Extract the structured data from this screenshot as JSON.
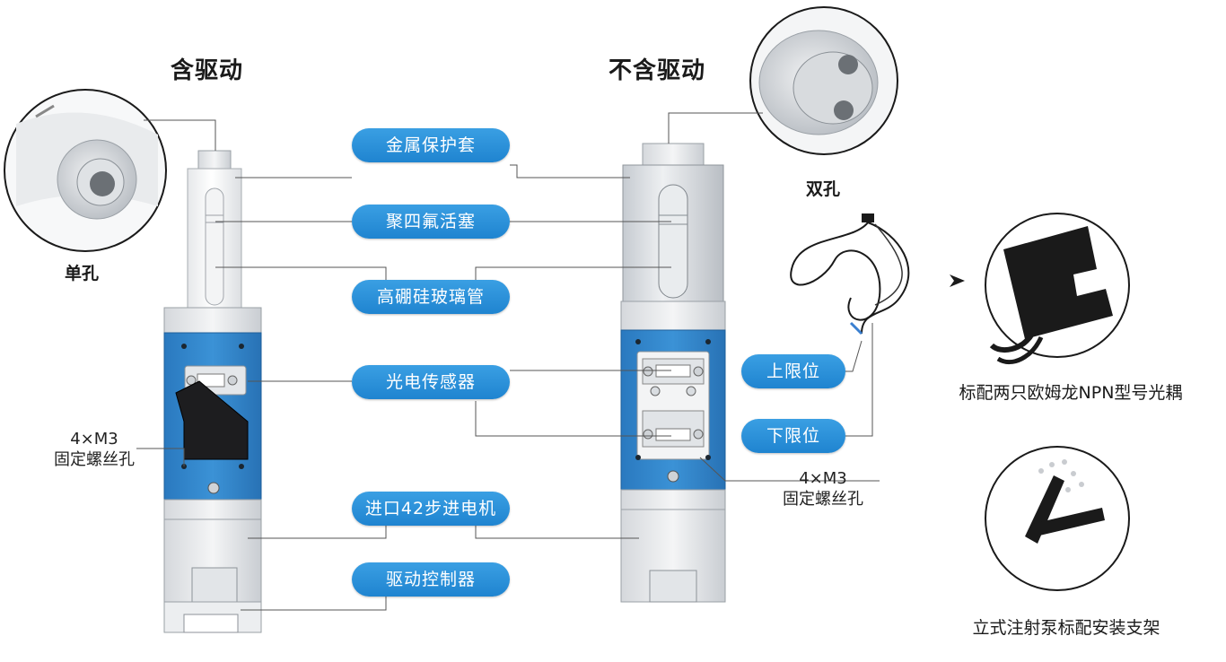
{
  "headings": {
    "with_driver": "含驱动",
    "without_driver": "不含驱动"
  },
  "captions": {
    "single_hole": "单孔",
    "double_hole": "双孔"
  },
  "labels": {
    "metal_sleeve": "金属保护套",
    "ptfe_piston": "聚四氟活塞",
    "borosilicate_tube": "高硼硅玻璃管",
    "photo_sensor": "光电传感器",
    "stepper_motor": "进口42步进电机",
    "drive_controller": "驱动控制器",
    "upper_limit": "上限位",
    "lower_limit": "下限位"
  },
  "screw_note_left": {
    "line1": "4×M3",
    "line2": "固定螺丝孔"
  },
  "screw_note_right": {
    "line1": "4×M3",
    "line2": "固定螺丝孔"
  },
  "footers": {
    "optocoupler": "标配两只欧姆龙NPN型号光耦",
    "bracket": "立式注射泵标配安装支架"
  },
  "colors": {
    "accent_blue": "#2a8fd8",
    "module_blue": "#2f86cc",
    "leader_line": "#555555"
  }
}
